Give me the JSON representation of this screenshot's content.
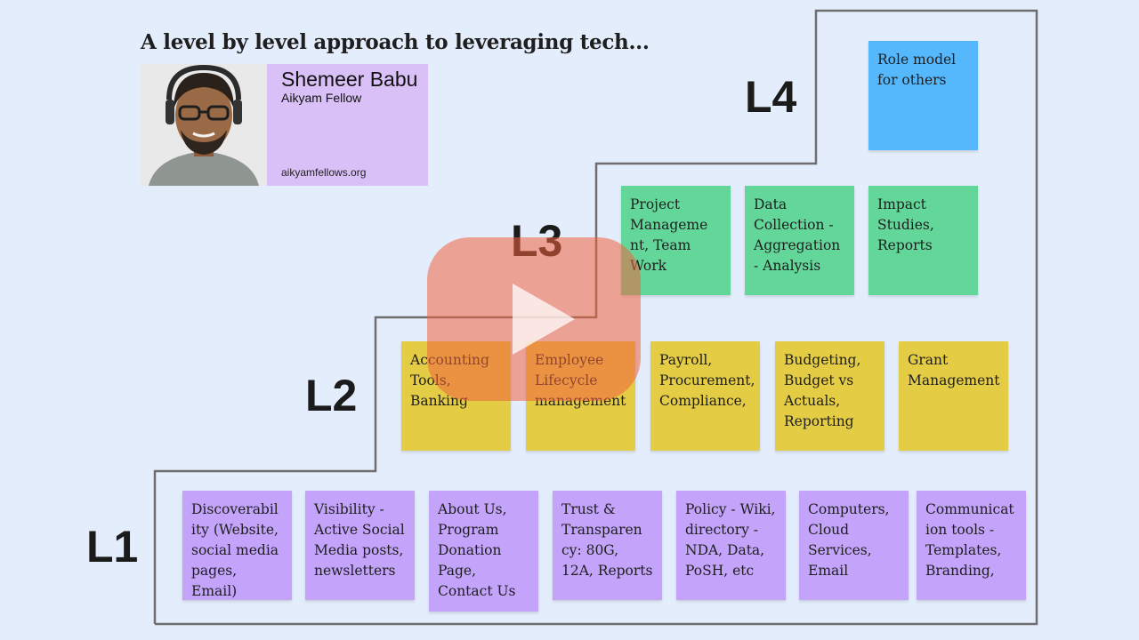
{
  "title": "A level by level approach to leveraging tech...",
  "presenter": {
    "name": "Shemeer Babu",
    "role": "Aikyam Fellow",
    "website": "aikyamfellows.org"
  },
  "levels": {
    "l1": "L1",
    "l2": "L2",
    "l3": "L3",
    "l4": "L4"
  },
  "notes": {
    "l1": [
      "Discoverabil ity (Website, social media pages, Email)",
      "Visibility - Active Social Media posts, newsletters",
      "About Us, Program Donation Page, Contact Us",
      "Trust & Transparen cy: 80G, 12A, Reports",
      "Policy - Wiki, directory - NDA, Data, PoSH, etc",
      "Computers, Cloud Services, Email",
      "Communicat ion tools - Templates, Branding,"
    ],
    "l2": [
      "Accounting Tools, Banking",
      "Employee Lifecycle management",
      "Payroll, Procurement, Compliance,",
      "Budgeting, Budget vs Actuals, Reporting",
      "Grant Management"
    ],
    "l3": [
      "Project Manageme nt, Team Work",
      "Data Collection - Aggregation - Analysis",
      "Impact Studies, Reports"
    ],
    "l4": [
      "Role model for others"
    ]
  },
  "colors": {
    "background": "#e4edfb",
    "l1_notes": "#c4a4fb",
    "l2_notes": "#e4cd45",
    "l3_notes": "#63d79a",
    "l4_notes": "#55b8fc",
    "play_button": "#f0623f"
  },
  "overlay_icon": "play-button-icon"
}
